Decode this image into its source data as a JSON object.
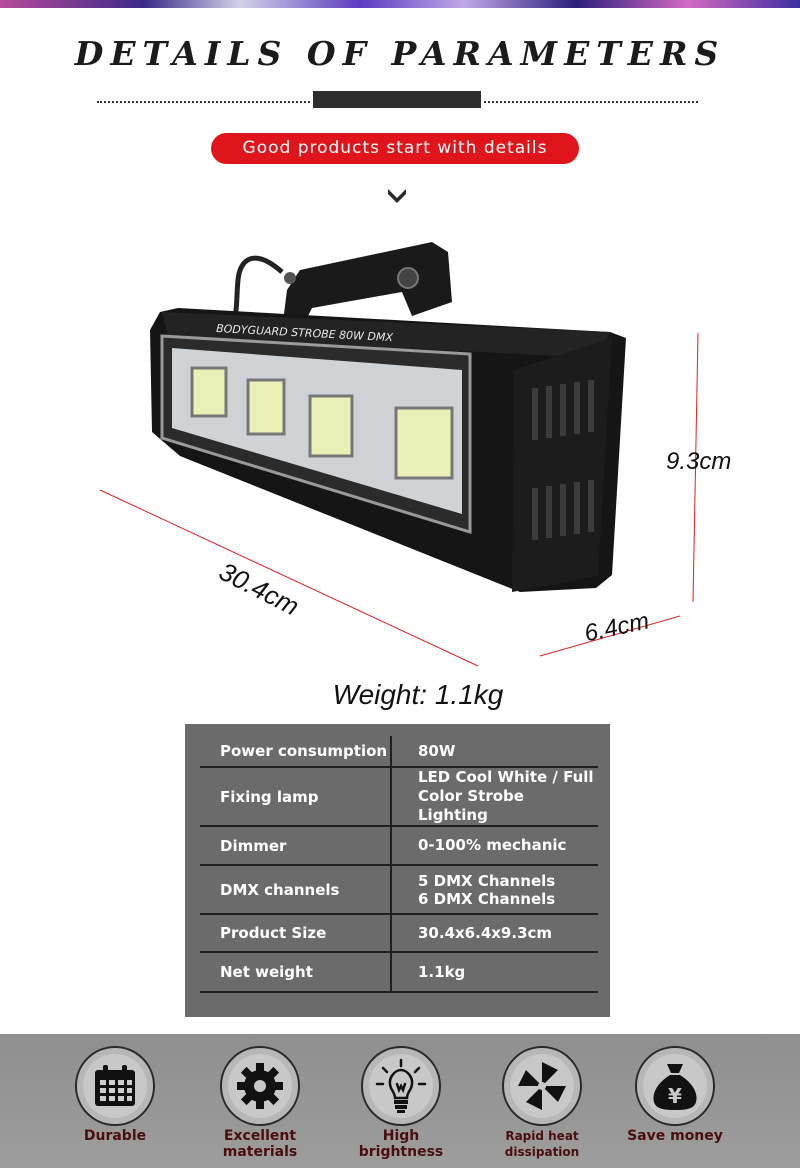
{
  "header": {
    "title": "DETAILS OF PARAMETERS",
    "tagline": "Good products start with details"
  },
  "product": {
    "model_text": "BODYGUARD STROBE 80W DMX",
    "dimensions": {
      "length": "30.4cm",
      "height": "9.3cm",
      "width": "6.4cm"
    },
    "weight": "Weight: 1.1kg"
  },
  "specs": [
    {
      "key": "Power consumption",
      "value": "80W"
    },
    {
      "key": "Fixing lamp",
      "value": "LED Cool White / Full Color Strobe Lighting"
    },
    {
      "key": "Dimmer",
      "value": "0-100% mechanic"
    },
    {
      "key": "DMX channels",
      "value": "5 DMX Channels\n6 DMX Channels"
    },
    {
      "key": "Product Size",
      "value": "30.4x6.4x9.3cm"
    },
    {
      "key": "Net weight",
      "value": "1.1kg"
    }
  ],
  "features": [
    {
      "icon": "calendar-icon",
      "label": "Durable"
    },
    {
      "icon": "gear-icon",
      "label": "Excellent materials"
    },
    {
      "icon": "lightbulb-icon",
      "label": "High brightness"
    },
    {
      "icon": "fan-icon",
      "label": "Rapid heat dissipation"
    },
    {
      "icon": "money-bag-icon",
      "label": "Save money"
    }
  ],
  "colors": {
    "accent_red": "#e0151b",
    "panel_gray": "#6b6b6b",
    "band_gray": "#999999",
    "feature_label": "#4a0e0e"
  }
}
